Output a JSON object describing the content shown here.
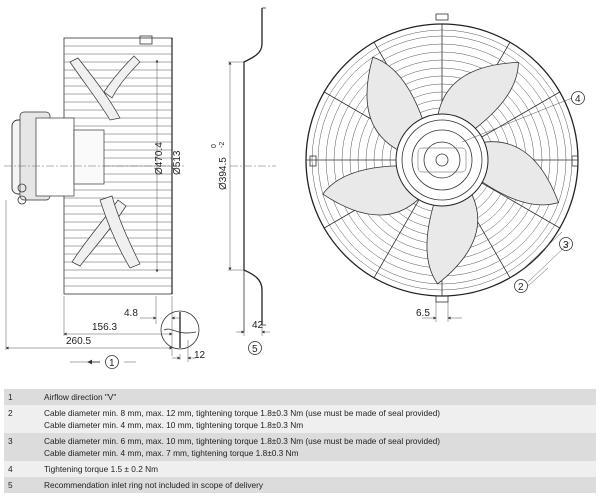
{
  "side_view": {
    "dims": {
      "d_inner": "Ø470.4",
      "d_outer": "Ø513",
      "d1": "4.8",
      "d2": "156.3",
      "d3": "260.5",
      "d4": "12"
    },
    "callout_1": "1"
  },
  "inlet_view": {
    "d_ring": "Ø394.5",
    "tol_upper": "0",
    "tol_lower": "-2",
    "depth": "42",
    "callout_5": "5"
  },
  "front_view": {
    "dim": "6.5",
    "callout_2": "2",
    "callout_3": "3",
    "callout_4": "4"
  },
  "legend": [
    {
      "num": "1",
      "lines": [
        "Airflow direction \"V\""
      ]
    },
    {
      "num": "2",
      "lines": [
        "Cable diameter min. 8 mm, max. 12 mm, tightening torque 1.8±0.3 Nm (use must be made of seal provided)",
        "Cable diameter min. 4 mm, max. 10 mm, tightening torque 1.8±0.3 Nm"
      ]
    },
    {
      "num": "3",
      "lines": [
        "Cable diameter min. 6 mm, max. 10 mm, tightening torque 1.8±0.3 Nm (use must be made of seal provided)",
        "Cable diameter min. 4 mm, max. 7 mm, tightening torque 1.8±0.3 Nm"
      ]
    },
    {
      "num": "4",
      "lines": [
        "Tightening torque 1.5 ± 0.2 Nm"
      ]
    },
    {
      "num": "5",
      "lines": [
        "Recommendation inlet ring not included in scope of delivery"
      ]
    }
  ]
}
